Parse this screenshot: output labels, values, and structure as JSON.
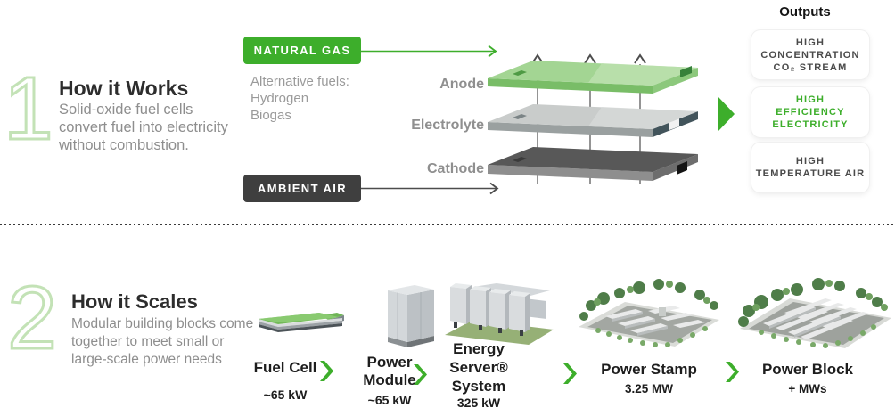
{
  "palette": {
    "accent_green": "#3dae2b",
    "dark_gray": "#3f3f3f",
    "light_green_outline": "#c3e2b6",
    "muted_text": "#8e8e8e"
  },
  "how_it_works": {
    "number": "1",
    "title": "How it Works",
    "description_lines": [
      "Solid-oxide fuel cells",
      "convert fuel into electricity",
      "without combustion."
    ],
    "natural_gas_button": "NATURAL GAS",
    "alternative_fuels_lines": [
      "Alternative fuels:",
      "Hydrogen",
      "Biogas"
    ],
    "ambient_air_button": "AMBIENT AIR",
    "layer_labels": [
      "Anode",
      "Electrolyte",
      "Cathode"
    ],
    "outputs": {
      "title": "Outputs",
      "cards": [
        {
          "lines": [
            "HIGH",
            "CONCENTRATION",
            "CO₂ STREAM"
          ],
          "highlight": false
        },
        {
          "lines": [
            "HIGH",
            "EFFICIENCY",
            "ELECTRICITY"
          ],
          "highlight": true
        },
        {
          "lines": [
            "HIGH",
            "TEMPERATURE AIR"
          ],
          "highlight": false
        }
      ]
    }
  },
  "how_it_scales": {
    "number": "2",
    "title": "How it Scales",
    "description_lines": [
      "Modular building blocks come",
      "together to meet small or",
      "large-scale power needs"
    ],
    "items": [
      {
        "name_lines": [
          "Fuel Cell"
        ],
        "capacity": "~65 kW"
      },
      {
        "name_lines": [
          "Power",
          "Module"
        ],
        "capacity": "~65 kW"
      },
      {
        "name_lines": [
          "Energy",
          "Server®",
          "System"
        ],
        "capacity": "325 kW"
      },
      {
        "name_lines": [
          "Power Stamp"
        ],
        "capacity": "3.25 MW"
      },
      {
        "name_lines": [
          "Power Block"
        ],
        "capacity": "+ MWs"
      }
    ]
  }
}
